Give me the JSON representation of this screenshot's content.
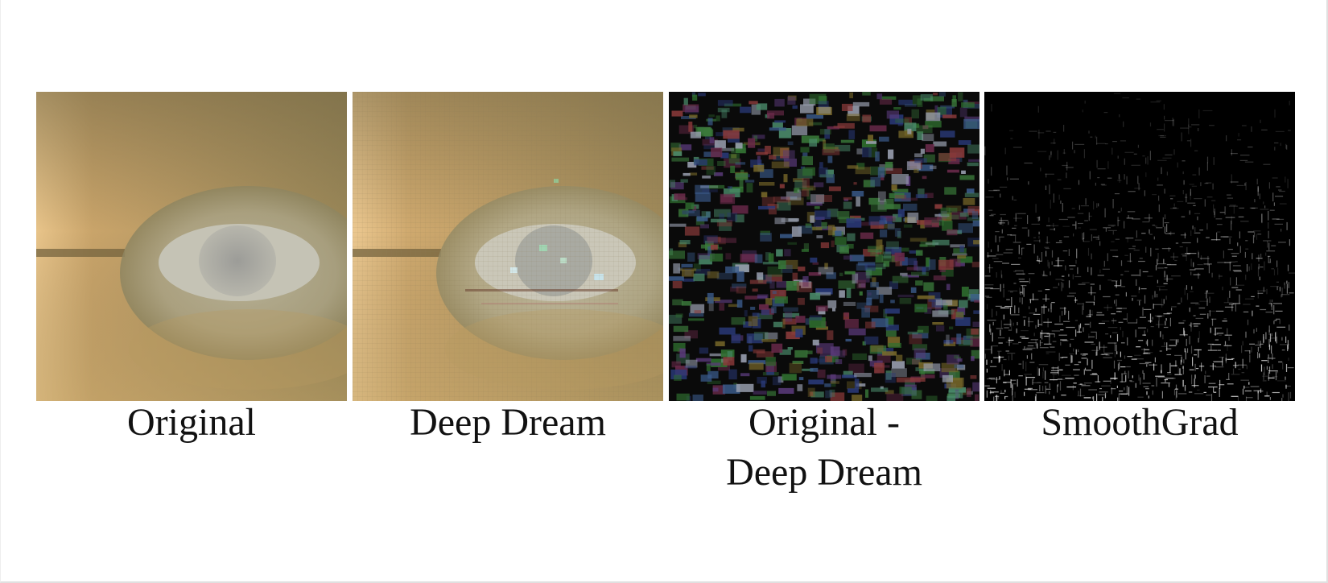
{
  "figure": {
    "panels": [
      {
        "id": "original",
        "caption_lines": [
          "Original"
        ]
      },
      {
        "id": "deep-dream",
        "caption_lines": [
          "Deep Dream"
        ]
      },
      {
        "id": "difference",
        "caption_lines": [
          "Original -",
          "Deep Dream"
        ]
      },
      {
        "id": "smoothgrad",
        "caption_lines": [
          "SmoothGrad"
        ]
      }
    ]
  }
}
